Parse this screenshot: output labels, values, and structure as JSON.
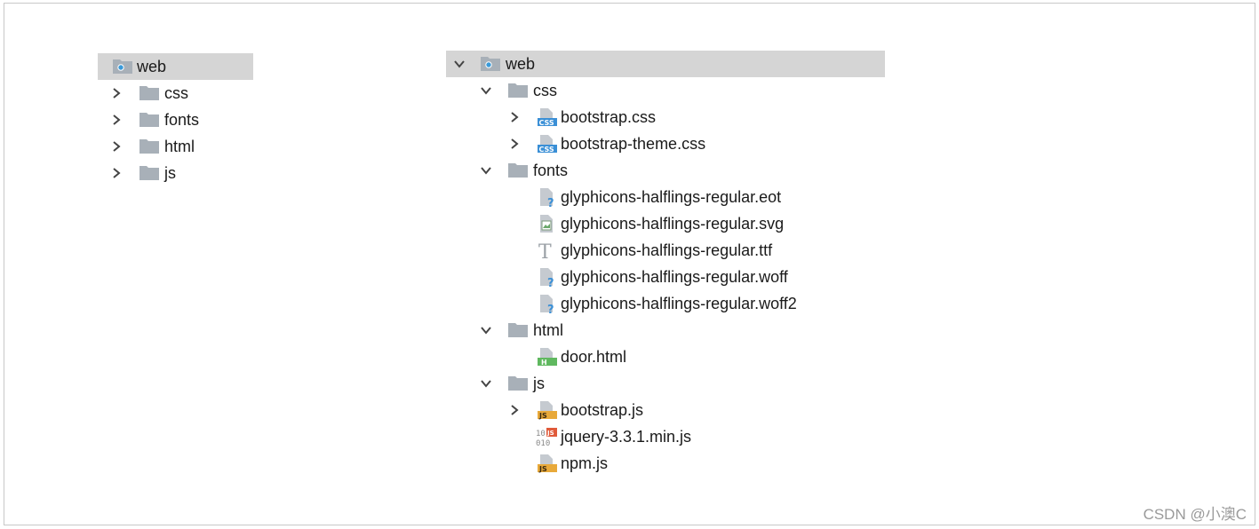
{
  "left_tree": {
    "root": {
      "label": "web",
      "icon": "module-folder-icon"
    },
    "items": [
      {
        "label": "css",
        "icon": "folder-icon",
        "expanded": false
      },
      {
        "label": "fonts",
        "icon": "folder-icon",
        "expanded": false
      },
      {
        "label": "html",
        "icon": "folder-icon",
        "expanded": false
      },
      {
        "label": "js",
        "icon": "folder-icon",
        "expanded": false
      }
    ]
  },
  "right_tree": {
    "root": {
      "label": "web",
      "icon": "module-folder-icon",
      "expanded": true
    },
    "css": {
      "label": "css",
      "children": [
        {
          "label": "bootstrap.css",
          "icon": "css-file-icon"
        },
        {
          "label": "bootstrap-theme.css",
          "icon": "css-file-icon"
        }
      ]
    },
    "fonts": {
      "label": "fonts",
      "children": [
        {
          "label": "glyphicons-halflings-regular.eot",
          "icon": "unknown-file-icon"
        },
        {
          "label": "glyphicons-halflings-regular.svg",
          "icon": "image-file-icon"
        },
        {
          "label": "glyphicons-halflings-regular.ttf",
          "icon": "font-file-icon"
        },
        {
          "label": "glyphicons-halflings-regular.woff",
          "icon": "unknown-file-icon"
        },
        {
          "label": "glyphicons-halflings-regular.woff2",
          "icon": "unknown-file-icon"
        }
      ]
    },
    "html": {
      "label": "html",
      "children": [
        {
          "label": "door.html",
          "icon": "html-file-icon"
        }
      ]
    },
    "js": {
      "label": "js",
      "children": [
        {
          "label": "bootstrap.js",
          "icon": "js-file-icon"
        },
        {
          "label": "jquery-3.3.1.min.js",
          "icon": "minified-js-file-icon"
        },
        {
          "label": "npm.js",
          "icon": "js-file-icon"
        }
      ]
    }
  },
  "watermark": "CSDN @小澳C",
  "colors": {
    "selection": "#d5d5d5",
    "folder": "#a8b0b8",
    "css_badge": "#3a8fd6",
    "js_badge": "#e8a93a",
    "html_badge": "#5fb85f"
  }
}
